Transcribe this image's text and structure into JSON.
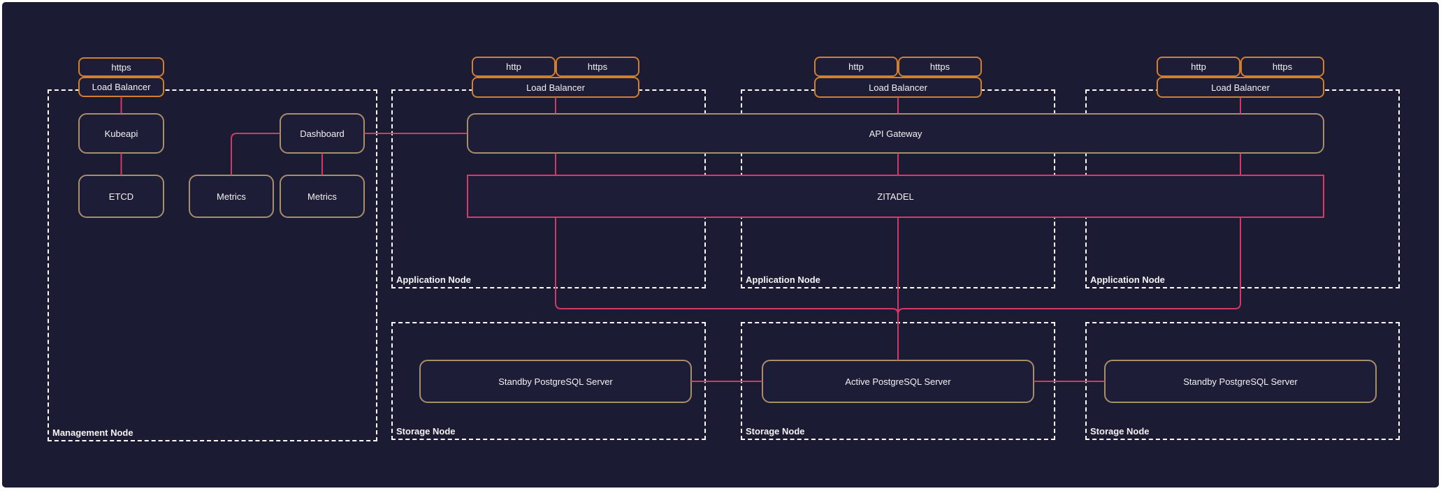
{
  "diagram": {
    "type": "infrastructure-architecture",
    "colors": {
      "background": "#1b1b33",
      "box_fill": "#1d1d38",
      "connector": "#d63864",
      "zitadel_border": "#df3664",
      "orange_border": "#d27f2e",
      "tan_border": "#a98e6a",
      "group_border": "#ffffff",
      "text": "#f2f2f2"
    },
    "groups": {
      "management": {
        "label": "Management Node"
      },
      "app1": {
        "label": "Application Node"
      },
      "app2": {
        "label": "Application Node"
      },
      "app3": {
        "label": "Application Node"
      },
      "storage1": {
        "label": "Storage Node"
      },
      "storage2": {
        "label": "Storage Node"
      },
      "storage3": {
        "label": "Storage Node"
      }
    },
    "nodes": {
      "mgmt_https": {
        "label": "https"
      },
      "mgmt_lb": {
        "label": "Load Balancer"
      },
      "kubeapi": {
        "label": "Kubeapi"
      },
      "etcd": {
        "label": "ETCD"
      },
      "dashboard": {
        "label": "Dashboard"
      },
      "metrics_left": {
        "label": "Metrics"
      },
      "metrics_right": {
        "label": "Metrics"
      },
      "lb1_http": {
        "label": "http"
      },
      "lb1_https": {
        "label": "https"
      },
      "lb1": {
        "label": "Load Balancer"
      },
      "lb2_http": {
        "label": "http"
      },
      "lb2_https": {
        "label": "https"
      },
      "lb2": {
        "label": "Load Balancer"
      },
      "lb3_http": {
        "label": "http"
      },
      "lb3_https": {
        "label": "https"
      },
      "lb3": {
        "label": "Load Balancer"
      },
      "api_gateway": {
        "label": "API Gateway"
      },
      "zitadel": {
        "label": "ZITADEL"
      },
      "pg_standby_left": {
        "label": "Standby PostgreSQL Server"
      },
      "pg_active": {
        "label": "Active PostgreSQL Server"
      },
      "pg_standby_right": {
        "label": "Standby PostgreSQL Server"
      }
    },
    "edges": [
      {
        "from": "mgmt_lb",
        "to": "kubeapi"
      },
      {
        "from": "kubeapi",
        "to": "etcd"
      },
      {
        "from": "dashboard",
        "to": "metrics_left"
      },
      {
        "from": "dashboard",
        "to": "metrics_right"
      },
      {
        "from": "dashboard",
        "to": "api_gateway"
      },
      {
        "from": "lb1",
        "to": "api_gateway"
      },
      {
        "from": "lb2",
        "to": "api_gateway"
      },
      {
        "from": "lb3",
        "to": "api_gateway"
      },
      {
        "from": "api_gateway",
        "to": "zitadel",
        "column": 1
      },
      {
        "from": "api_gateway",
        "to": "zitadel",
        "column": 2
      },
      {
        "from": "api_gateway",
        "to": "zitadel",
        "column": 3
      },
      {
        "from": "zitadel",
        "to": "pg_active",
        "column": 1
      },
      {
        "from": "zitadel",
        "to": "pg_active",
        "column": 2
      },
      {
        "from": "zitadel",
        "to": "pg_active",
        "column": 3
      },
      {
        "from": "pg_standby_left",
        "to": "pg_active"
      },
      {
        "from": "pg_active",
        "to": "pg_standby_right"
      }
    ]
  }
}
